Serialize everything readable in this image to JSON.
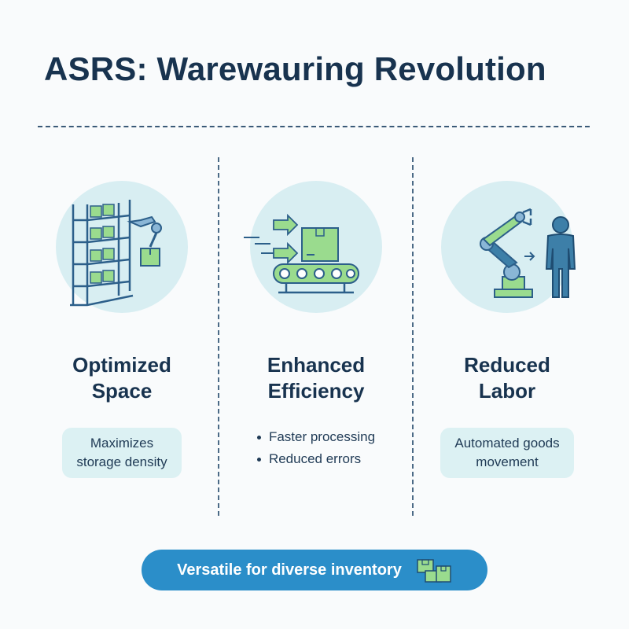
{
  "title": "ASRS: Warewauring Revolution",
  "colors": {
    "navy": "#18334f",
    "circle_bg": "#d8eef2",
    "box_bg": "#dcf1f3",
    "accent_green": "#8fd48a",
    "accent_blue": "#2b8ec9",
    "machine_blue": "#3d7fa8"
  },
  "features": [
    {
      "icon": "shelving-robot-arm-icon",
      "title_lines": [
        "Optimized",
        "Space"
      ],
      "desc_lines": [
        "Maximizes",
        "storage density"
      ]
    },
    {
      "icon": "conveyor-belt-icon",
      "title_lines": [
        "Enhanced",
        "Efficiency"
      ],
      "bullets": [
        "Faster processing",
        "Reduced errors"
      ]
    },
    {
      "icon": "robot-arm-worker-icon",
      "title_lines": [
        "Reduced",
        "Labor"
      ],
      "desc_lines": [
        "Automated goods",
        "movement"
      ]
    }
  ],
  "banner": {
    "text": "Versatile for diverse inventory",
    "icon": "boxes-icon"
  }
}
